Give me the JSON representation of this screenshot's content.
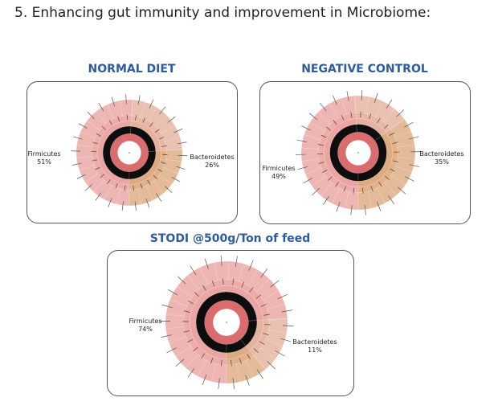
{
  "heading": "5. Enhancing gut immunity and improvement in Microbiome:",
  "chart_data": [
    {
      "type": "pie",
      "title": "NORMAL DIET",
      "categories": [
        "Firmicutes",
        "Bacteroidetes"
      ],
      "values": [
        51,
        26
      ],
      "value_labels": [
        "51%",
        "26%"
      ]
    },
    {
      "type": "pie",
      "title": "NEGATIVE CONTROL",
      "categories": [
        "Firmicutes",
        "Bacteroidetes"
      ],
      "values": [
        49,
        35
      ],
      "value_labels": [
        "49%",
        "35%"
      ]
    },
    {
      "type": "pie",
      "title": "STODI @500g/Ton of feed",
      "categories": [
        "Firmicutes",
        "Bacteroidetes"
      ],
      "values": [
        74,
        11
      ],
      "value_labels": [
        "74%",
        "11%"
      ]
    }
  ],
  "colors": {
    "firmicutes": "#e89a96",
    "bacteroidetes": "#d9a070",
    "other": "#e2a892",
    "root": "#db6c6e",
    "title": "#2d5b9e"
  }
}
